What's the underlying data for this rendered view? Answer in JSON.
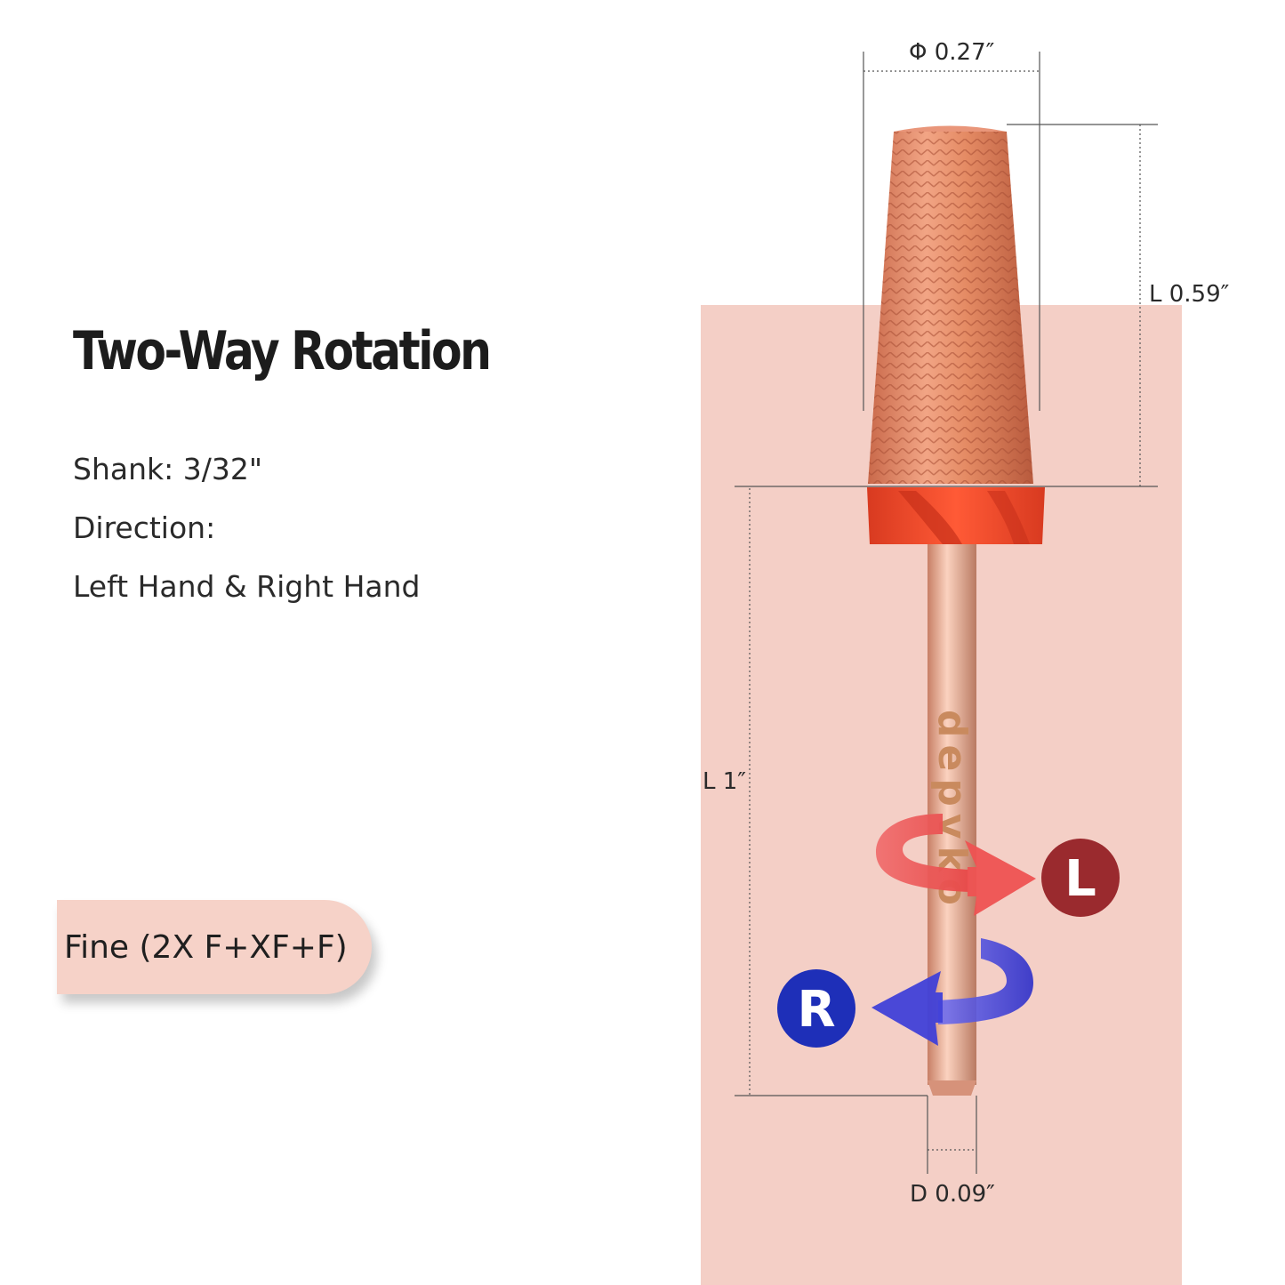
{
  "headline": "Two-Way Rotation",
  "specs": {
    "shank": "Shank: 3/32\"",
    "direction_label": "Direction:",
    "direction_value": "Left Hand & Right Hand"
  },
  "grit": "Fine (2X F+XF+F)",
  "dimensions": {
    "head_diameter": "Φ 0.27″",
    "head_length": "L 0.59″",
    "shank_length": "L 1″",
    "shank_diameter": "D 0.09″"
  },
  "rotation": {
    "left_badge": "L",
    "right_badge": "R"
  },
  "brand": "depvko",
  "colors": {
    "panel_bg": "#f4cfc6",
    "head_copper": "#e7906a",
    "collar_red": "#f04a2a",
    "shank_rose": "#eba98e",
    "left_arrow": "#ee5a5a",
    "right_arrow": "#4a4ae0",
    "left_badge": "#9a2a2e",
    "right_badge": "#1e2fb8"
  },
  "icons": [
    "left-rotation-arrow-icon",
    "right-rotation-arrow-icon",
    "nail-drill-bit-icon"
  ]
}
